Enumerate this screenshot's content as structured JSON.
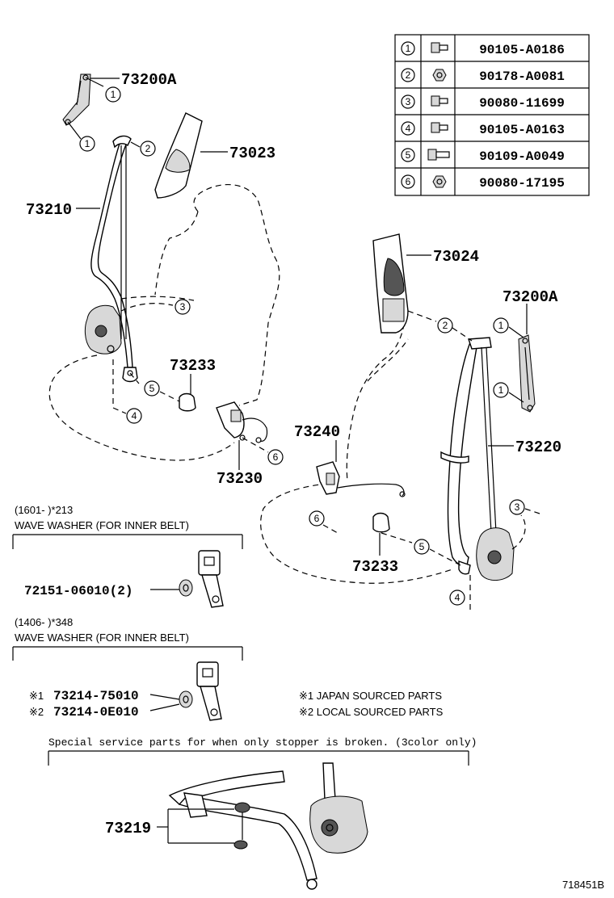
{
  "callout_circles": [
    "1",
    "2",
    "3",
    "4",
    "5",
    "6"
  ],
  "fastener_table": [
    {
      "ref": "1",
      "icon": "bolt-icon",
      "part_no": "90105-A0186"
    },
    {
      "ref": "2",
      "icon": "nut-icon",
      "part_no": "90178-A0081"
    },
    {
      "ref": "3",
      "icon": "bolt-icon",
      "part_no": "90080-11699"
    },
    {
      "ref": "4",
      "icon": "bolt-icon",
      "part_no": "90105-A0163"
    },
    {
      "ref": "5",
      "icon": "long-bolt-icon",
      "part_no": "90109-A0049"
    },
    {
      "ref": "6",
      "icon": "nut-icon",
      "part_no": "90080-17195"
    }
  ],
  "labels": {
    "p73200A_top": "73200A",
    "p73200A_right": "73200A",
    "p73023": "73023",
    "p73210": "73210",
    "p73024": "73024",
    "p73233_left": "73233",
    "p73233_right": "73233",
    "p73230": "73230",
    "p73240": "73240",
    "p73220": "73220",
    "p73219": "73219",
    "p72151": "72151-06010(2)",
    "p73214_1": "73214-75010",
    "p73214_2": "73214-0E010"
  },
  "notes": {
    "block1_code": "(1601-      )*213",
    "block1_title": "WAVE WASHER (FOR INNER BELT)",
    "block2_code": "(1406-      )*348",
    "block2_title": "WAVE WASHER (FOR INNER BELT)",
    "mark1": "※1",
    "mark2": "※2",
    "legend1": "※1 JAPAN SOURCED PARTS",
    "legend2": "※2 LOCAL SOURCED PARTS",
    "special": "Special service parts for when only stopper is broken. (3color only)",
    "diagram_id": "718451B"
  }
}
